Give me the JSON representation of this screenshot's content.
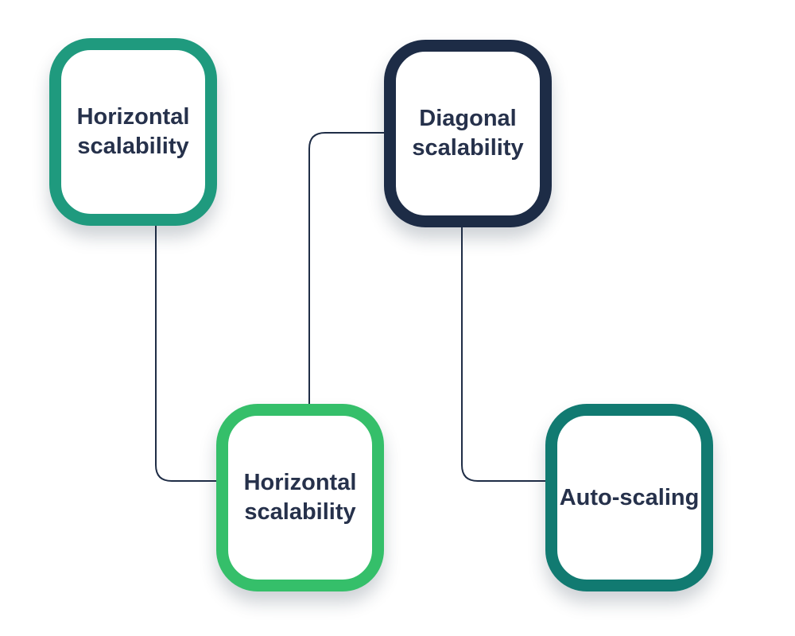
{
  "nodes": {
    "top_left": {
      "label": "Horizontal\nscalability",
      "color": "#1f9a7e"
    },
    "top_right": {
      "label": "Diagonal\nscalability",
      "color": "#1d2c46"
    },
    "bottom_left": {
      "label": "Horizontal\nscalability",
      "color": "#35bf6a"
    },
    "bottom_right": {
      "label": "Auto-scaling",
      "color": "#117a71"
    }
  },
  "connectors": [
    {
      "from": "top_left",
      "to": "bottom_left"
    },
    {
      "from": "bottom_left",
      "to": "top_right"
    },
    {
      "from": "top_right",
      "to": "bottom_right"
    }
  ],
  "colors": {
    "connector": "#1f2d46",
    "text": "#26314b"
  }
}
